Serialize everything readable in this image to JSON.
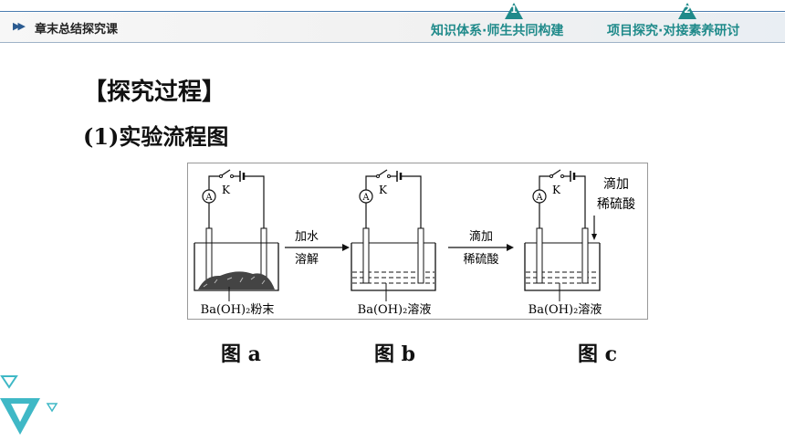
{
  "header": {
    "breadcrumb": "章末总结探究课",
    "tab1": {
      "number": "1",
      "label": "知识体系·师生共同构建"
    },
    "tab2": {
      "number": "2",
      "label": "项目探究·对接素养研讨"
    }
  },
  "content": {
    "section_title": "【探究过程】",
    "subtitle": "(1)实验流程图"
  },
  "figure": {
    "panels": [
      {
        "ammeter": "A",
        "switch": "K",
        "caption": "图 a",
        "sample_label": "Ba(OH)₂粉末"
      },
      {
        "ammeter": "A",
        "switch": "K",
        "caption": "图 b",
        "sample_label": "Ba(OH)₂溶液"
      },
      {
        "ammeter": "A",
        "switch": "K",
        "caption": "图 c",
        "sample_label": "Ba(OH)₂溶液",
        "drip_line1": "滴加",
        "drip_line2": "稀硫酸"
      }
    ],
    "arrow1": {
      "line1": "加水",
      "line2": "溶解"
    },
    "arrow2": {
      "line1": "滴加",
      "line2": "稀硫酸"
    }
  },
  "colors": {
    "accent": "#1f8a8a",
    "header_line": "#4b7db0",
    "deco": "#3fb8c6"
  }
}
